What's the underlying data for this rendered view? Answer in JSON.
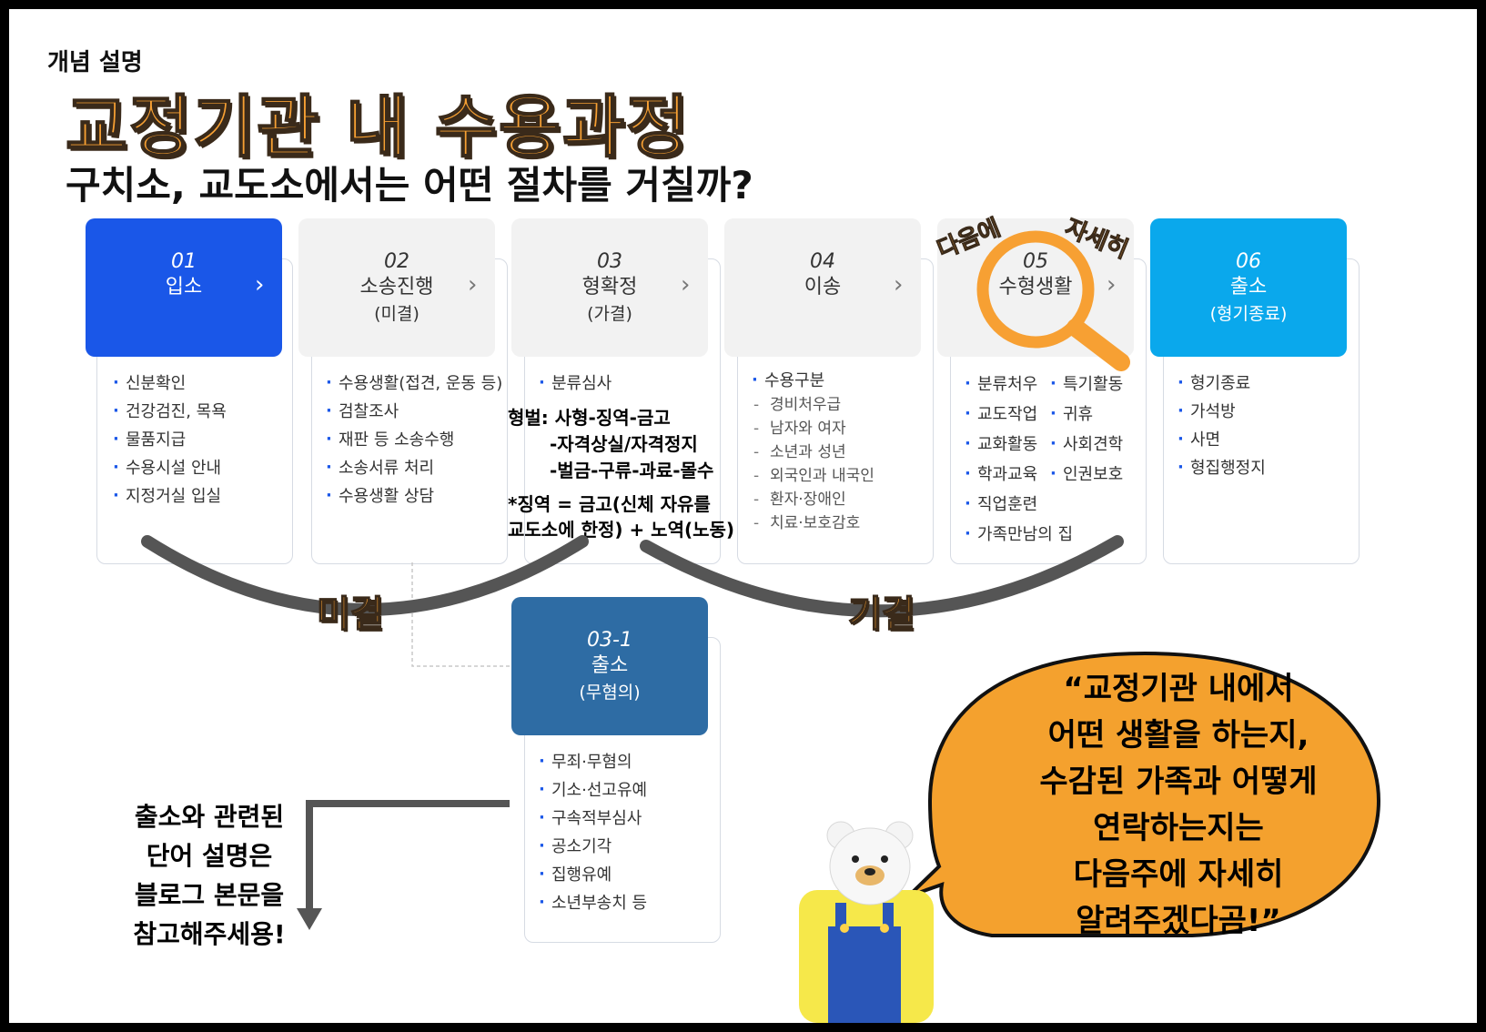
{
  "header": {
    "eyebrow": "개념 설명",
    "title": "교정기관 내 수용과정",
    "subtitle": "구치소, 교도소에서는 어떤 절차를 거칠까?"
  },
  "steps": [
    {
      "num": "01",
      "name": "입소",
      "sub": "",
      "items": [
        "신분확인",
        "건강검진, 목욕",
        "물품지급",
        "수용시설 안내",
        "지정거실 입실"
      ]
    },
    {
      "num": "02",
      "name": "소송진행",
      "sub": "(미결)",
      "items": [
        "수용생활(접견, 운동 등)",
        "검찰조사",
        "재판 등 소송수행",
        "소송서류 처리",
        "수용생활 상담"
      ]
    },
    {
      "num": "03",
      "name": "형확정",
      "sub": "(가결)",
      "items": [
        "분류심사"
      ]
    },
    {
      "num": "04",
      "name": "이송",
      "sub": "",
      "items": [
        "수용구분"
      ],
      "subitems": [
        "경비처우급",
        "남자와 여자",
        "소년과 성년",
        "외국인과 내국인",
        "환자·장애인",
        "치료·보호감호"
      ]
    },
    {
      "num": "05",
      "name": "수형생활",
      "sub": "",
      "items_left": [
        "분류처우",
        "교도작업",
        "교화활동",
        "학과교육",
        "직업훈련",
        "가족만남의 집"
      ],
      "items_right": [
        "특기활동",
        "귀휴",
        "사회견학",
        "인권보호"
      ]
    },
    {
      "num": "06",
      "name": "출소",
      "sub": "(형기종료)",
      "items": [
        "형기종료",
        "가석방",
        "사면",
        "형집행정지"
      ]
    }
  ],
  "release_innocent": {
    "num": "03-1",
    "name": "출소",
    "sub": "(무혐의)",
    "items": [
      "무죄·무혐의",
      "기소·선고유예",
      "구속적부심사",
      "공소기각",
      "집행유예",
      "소년부송치 등"
    ]
  },
  "penalty": {
    "line1": "형벌: 사형-징역-금고",
    "line2": "-자격상실/자격정지",
    "line3": "-벌금-구류-과료-몰수",
    "note1": "*징역 = 금고(신체 자유를",
    "note2": "교도소에 한정) + 노역(노동)"
  },
  "magnifier": {
    "left_word": "다음에",
    "right_word": "자세히"
  },
  "curves": {
    "left_label": "미결",
    "right_label": "기결"
  },
  "side_note": {
    "lines": [
      "출소와 관련된",
      "단어 설명은",
      "블로그 본문을",
      "참고해주세용!"
    ]
  },
  "bubble": {
    "lines": [
      "“교정기관 내에서",
      "어떤 생활을 하는지,",
      "수감된 가족과 어떻게",
      "연락하는지는",
      "다음주에 자세히",
      "알려주겠다곰!”"
    ]
  },
  "colors": {
    "accent_orange": "#f7a033",
    "step1_blue": "#1a57e8",
    "step6_sky": "#0aa8ec",
    "step31_navy": "#2e6ca4",
    "card_gray": "#f2f2f2"
  }
}
